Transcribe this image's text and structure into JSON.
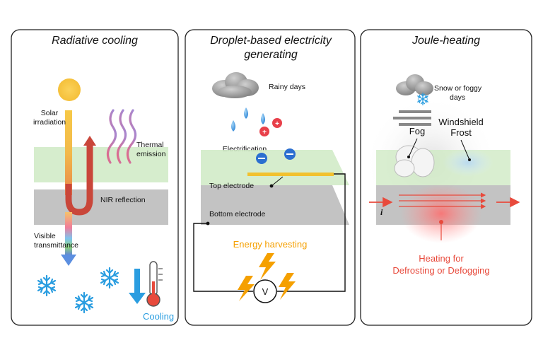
{
  "panels": [
    {
      "title": "Radiative cooling",
      "labels": {
        "solar": [
          "Solar",
          "irradiation"
        ],
        "thermal": [
          "Thermal",
          "emission"
        ],
        "nir": "NIR reflection",
        "visible": [
          "Visible",
          "transmittance"
        ],
        "cooling": "Cooling"
      }
    },
    {
      "title": [
        "Droplet-based electricity",
        "generating"
      ],
      "labels": {
        "rainy": "Rainy days",
        "electrification": "Electrification",
        "top_electrode": "Top electrode",
        "bottom_electrode": "Bottom electrode",
        "energy": "Energy harvesting",
        "voltmeter": "V"
      }
    },
    {
      "title": "Joule-heating",
      "labels": {
        "snow": [
          "Snow or foggy",
          "days"
        ],
        "windshield": [
          "Windshield",
          "Frost"
        ],
        "fog": "Fog",
        "current": "i",
        "heating": [
          "Heating for",
          "Defrosting or Defogging"
        ]
      }
    }
  ],
  "colors": {
    "green_film": "#c9ecc0",
    "gray_film": "#b8b8b8",
    "heat_red": "#e84a3c",
    "energy_orange": "#f5a000",
    "cool_blue": "#2a9de0"
  }
}
